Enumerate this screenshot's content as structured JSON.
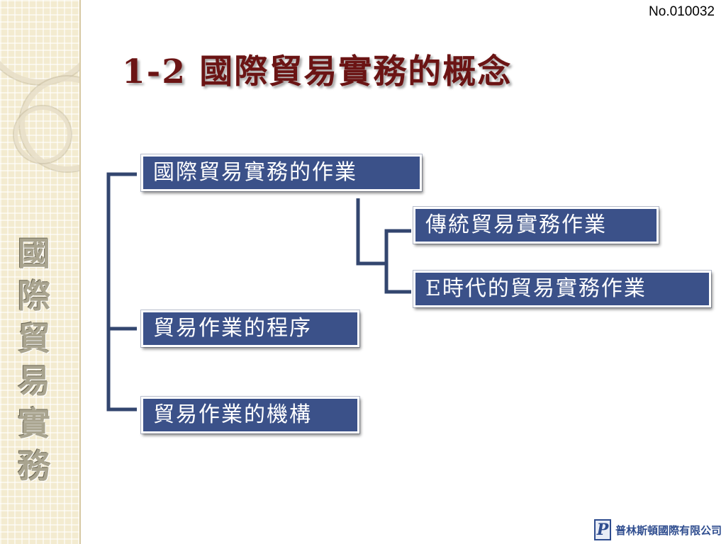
{
  "slide": {
    "number": "No.010032",
    "title": "1-2  國際貿易實務的概念"
  },
  "sidebar": {
    "title_chars": [
      "國",
      "際",
      "貿",
      "易",
      "實",
      "務"
    ]
  },
  "tree": {
    "nodes": [
      {
        "label": "國際貿易實務的作業"
      },
      {
        "label": "傳統貿易實務作業"
      },
      {
        "label": "E時代的貿易實務作業"
      },
      {
        "label": "貿易作業的程序"
      },
      {
        "label": "貿易作業的機構"
      }
    ],
    "colors": {
      "node_fill": "#3b5189",
      "connector": "#33466f",
      "title": "#6b1414"
    }
  },
  "footer": {
    "logo_letter": "P",
    "company": "普林斯頓國際有限公司"
  }
}
